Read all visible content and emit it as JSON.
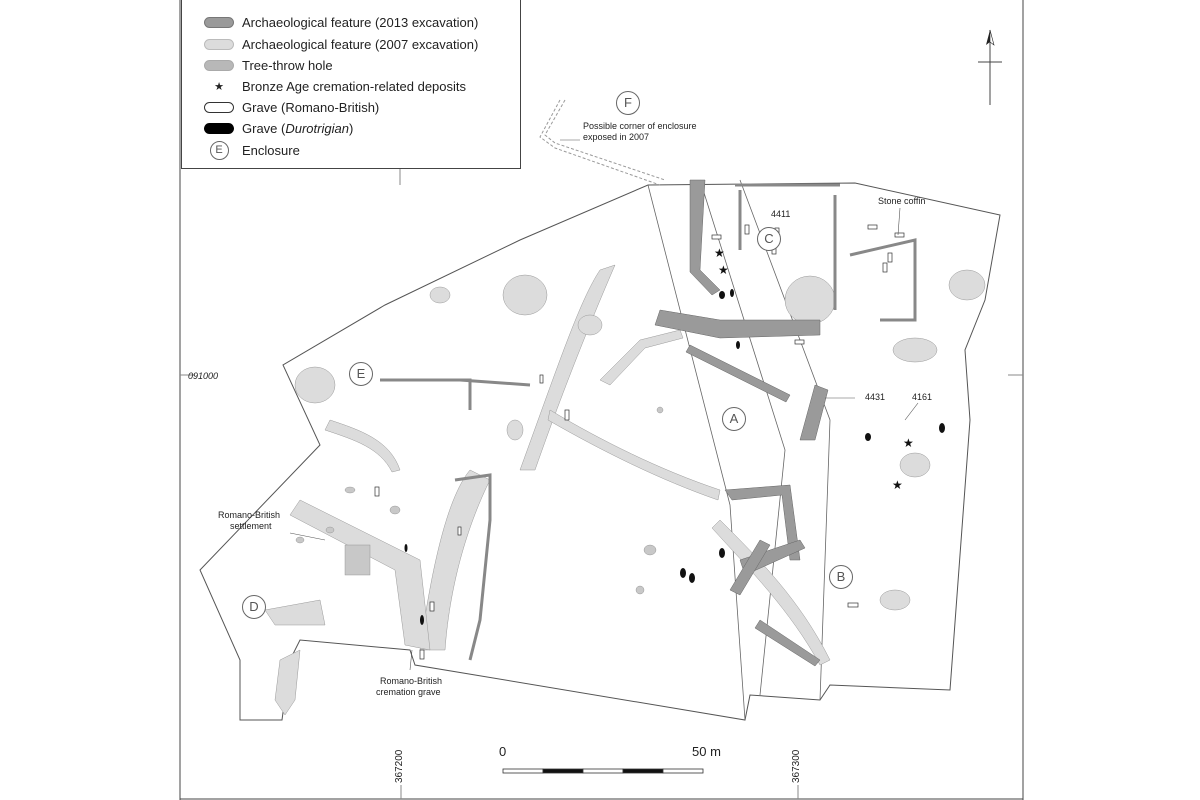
{
  "legend": {
    "items": [
      {
        "label": "Archaeological feature (2013 excavation)",
        "swatch": "#9a9a9a"
      },
      {
        "label": "Archaeological feature (2007 excavation)",
        "swatch": "#dcdcdc"
      },
      {
        "label": "Tree-throw hole",
        "swatch": "#b8b8b8"
      },
      {
        "label": "Bronze Age cremation-related deposits",
        "swatch": "star"
      },
      {
        "label": "Grave (Romano-British)",
        "swatch": "#ffffff"
      },
      {
        "label": "Grave (",
        "label_italic": "Durotrigian",
        "label_end": ")",
        "swatch": "#000000"
      },
      {
        "label": "Enclosure",
        "swatch": "circle",
        "letter": "E"
      }
    ]
  },
  "enclosures": [
    "A",
    "B",
    "C",
    "D",
    "E",
    "F"
  ],
  "annotations": {
    "corner": "Possible corner of enclosure exposed in 2007",
    "corner_line2": "exposed in 2007",
    "corner_line1": "Possible corner of enclosure",
    "stone_coffin": "Stone coffin",
    "n4411": "4411",
    "n4431": "4431",
    "n4161": "4161",
    "settlement_1": "Romano-British",
    "settlement_2": "settlement",
    "cremation_1": "Romano-British",
    "cremation_2": "cremation grave"
  },
  "grid": {
    "northing": "091000",
    "easting_1": "367200",
    "easting_2": "367300"
  },
  "scale_bar": {
    "start": "0",
    "end": "50 m"
  },
  "colors": {
    "feature_2013": "#9a9a9a",
    "feature_2007": "#dcdcdc",
    "tree_throw": "#b8b8b8"
  }
}
